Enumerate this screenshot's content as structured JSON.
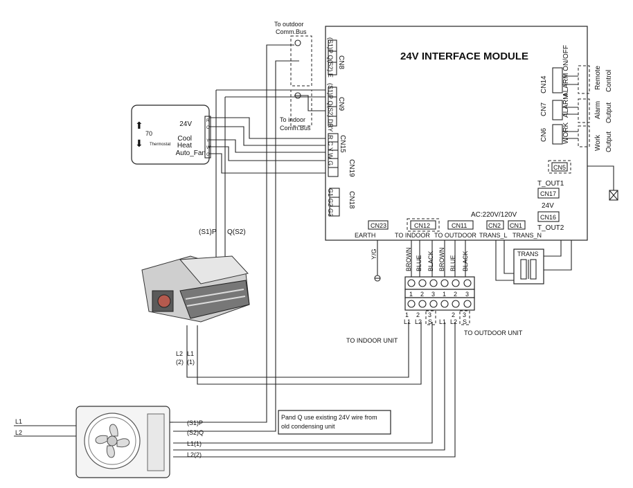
{
  "module": {
    "title": "24V INTERFACE MODULE",
    "ac_label": "AC:220V/120V",
    "label_24v": "24V"
  },
  "comm": {
    "outdoor": [
      "To outdoor",
      "Comm.Bus"
    ],
    "indoor": [
      "To indoor",
      "Comm.Bus"
    ]
  },
  "connectors": {
    "cn8": "CN8",
    "cn8_pins": "(S1)P Q(S2) E",
    "cn9": "CN9",
    "cn9_pins": "(S1)P Q(S2) DRY",
    "cn15": "CN15",
    "cn15_pins": "R C Y W G",
    "cn19": "CN19",
    "cn18": "CN18",
    "cn18_pins": "G1 G2 G3",
    "cn14": "CN14",
    "cn14_label": "ALARM ON/OFF",
    "cn7": "CN7",
    "cn7_label": "ALARM",
    "cn6": "CN6",
    "cn6_label": "WORK",
    "cn5": "CN5",
    "cn17": "CN17",
    "cn17_label": "T_OUT1",
    "cn16": "CN16",
    "cn16_label": "T_OUT2",
    "cn23": "CN23",
    "cn23_label": "EARTH",
    "cn12": "CN12",
    "cn12_label": "TO INDOOR",
    "cn11": "CN11",
    "cn11_label": "TO OUTDOOR",
    "cn2": "CN2",
    "cn2_label": "TRANS_L",
    "cn1": "CN1",
    "cn1_label": "TRANS_N"
  },
  "right_side": {
    "remote_control": [
      "Remote",
      "Control"
    ],
    "alarm_output": [
      "Alarm",
      "Output"
    ],
    "work_output": [
      "Work",
      "Output"
    ]
  },
  "thermostat": {
    "display": "70",
    "name": "Thermostat",
    "label_24v": "24V",
    "label_cool": "Cool",
    "label_heat": "Heat",
    "label_fan": "Auto_Fan",
    "terminals": [
      "R",
      "C",
      "Y",
      "W",
      "G"
    ]
  },
  "wire_labels": {
    "s1p": "(S1)P",
    "qs2": "Q(S2)",
    "l2": "L2",
    "l2n": "(2)",
    "l1": "L1",
    "l1n": "(1)",
    "yg": "Y/G"
  },
  "terminal_block": {
    "colors": [
      "BROWN",
      "BLUE",
      "BLACK",
      "BROWN",
      "BLUE",
      "BLACK"
    ],
    "numbers": [
      "1",
      "2",
      "3",
      "1",
      "2",
      "3"
    ],
    "bottom": [
      "L1",
      "L2",
      "S",
      "L1",
      "L2",
      "S"
    ],
    "to_indoor": "TO INDOOR UNIT",
    "to_outdoor": "TO OUTDOOR UNIT"
  },
  "trans": {
    "label": "TRANS"
  },
  "outdoor_unit": {
    "power": [
      "L1",
      "L2"
    ],
    "wires": [
      "(S1)P",
      "(S2)Q",
      "L1(1)",
      "L2(2)"
    ]
  },
  "note": [
    "Pand Q use existing 24V wire from",
    "old condensing unit"
  ],
  "colors": {
    "line": "#222222",
    "background": "#ffffff"
  }
}
